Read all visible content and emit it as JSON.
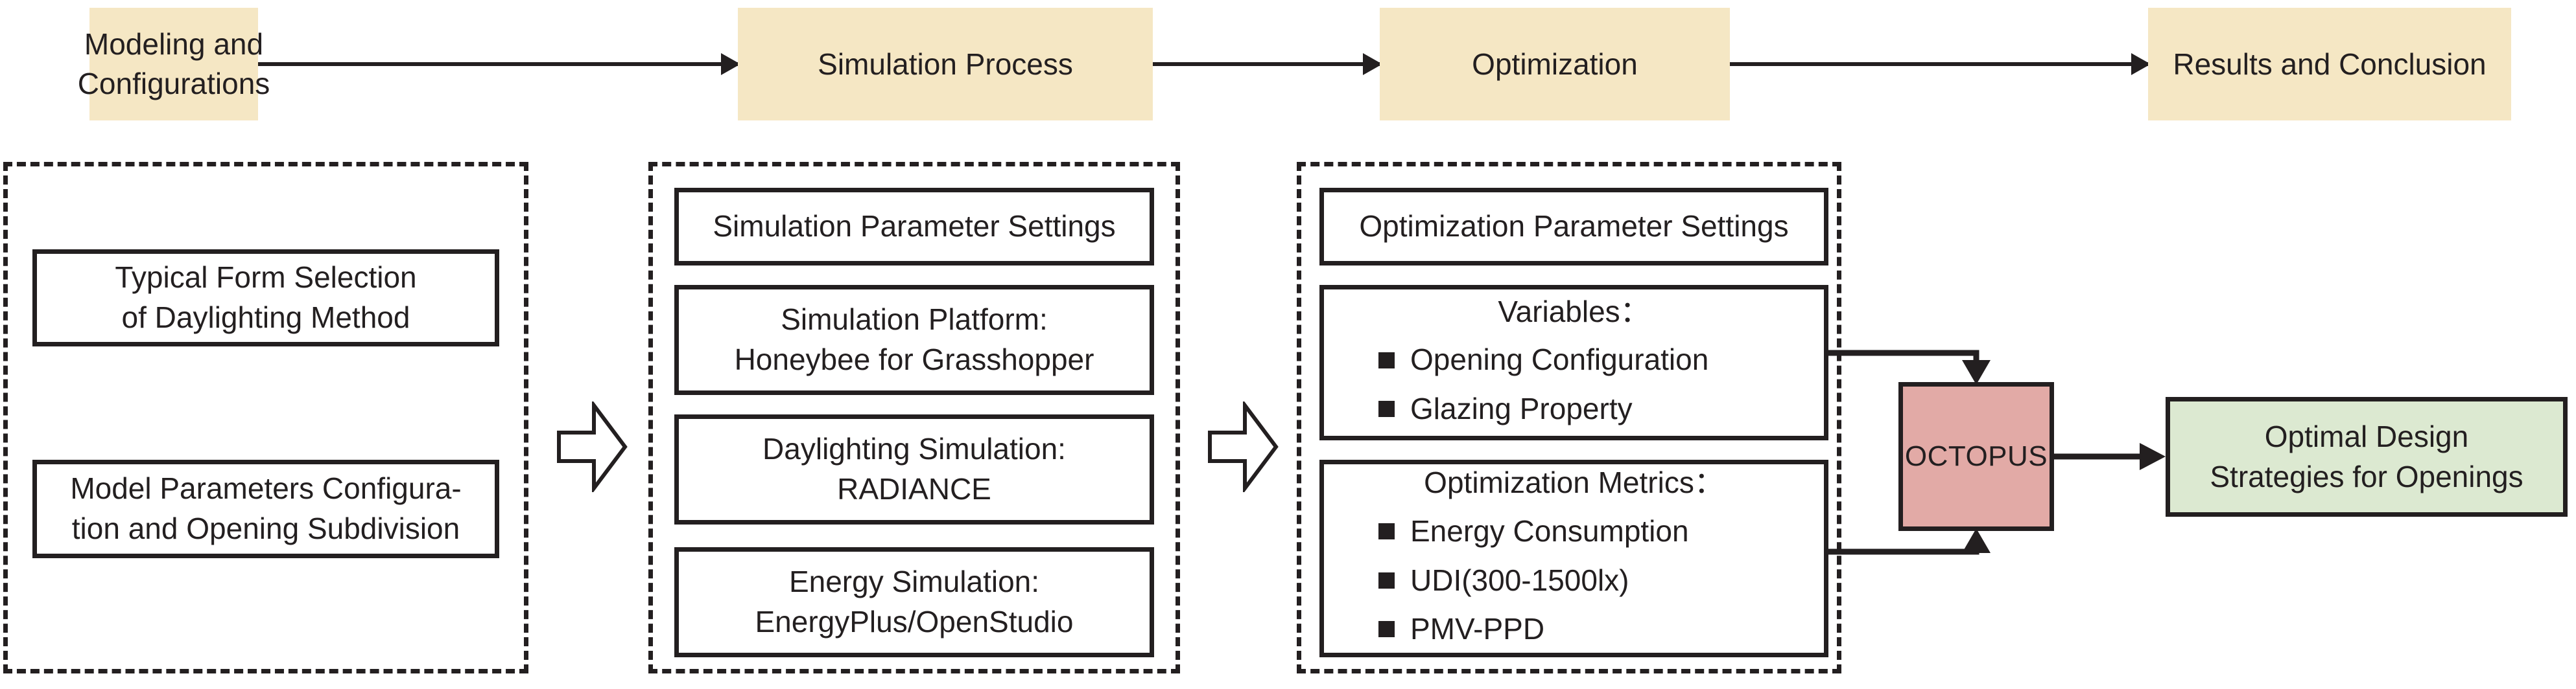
{
  "phases": [
    {
      "id": "modeling",
      "lines": [
        "Modeling and",
        "Configurations"
      ]
    },
    {
      "id": "simulation",
      "lines": [
        "Simulation Process"
      ]
    },
    {
      "id": "optimization",
      "lines": [
        "Optimization"
      ]
    },
    {
      "id": "results",
      "lines": [
        "Results and",
        "Conclusion"
      ]
    }
  ],
  "columns": {
    "modeling": {
      "cards": [
        {
          "id": "typical-form",
          "lines": [
            "Typical Form Selection",
            "of Daylighting Method"
          ]
        },
        {
          "id": "model-params",
          "lines": [
            "Model Parameters Configura-",
            "tion and Opening Subdivision"
          ]
        }
      ]
    },
    "simulation": {
      "cards": [
        {
          "id": "sim-param-settings",
          "lines": [
            "Simulation Parameter Settings"
          ]
        },
        {
          "id": "sim-platform",
          "lines": [
            "Simulation Platform:",
            "Honeybee for Grasshopper"
          ]
        },
        {
          "id": "daylighting-sim",
          "lines": [
            "Daylighting Simulation:",
            "RADIANCE"
          ]
        },
        {
          "id": "energy-sim",
          "lines": [
            "Energy Simulation:",
            "EnergyPlus/OpenStudio"
          ]
        }
      ]
    },
    "optimization": {
      "cards": [
        {
          "id": "opt-param-settings",
          "lines": [
            "Optimization Parameter Settings"
          ]
        }
      ],
      "variables": {
        "id": "variables",
        "header": "Variables：",
        "items": [
          "Opening Configuration",
          "Glazing Property"
        ]
      },
      "metrics": {
        "id": "optimization-metrics",
        "header": "Optimization Metrics：",
        "items": [
          "Energy Consumption",
          "UDI(300-1500lx)",
          "PMV-PPD"
        ]
      }
    }
  },
  "engine": {
    "label": "OCTOPUS"
  },
  "result": {
    "lines": [
      "Optimal Design",
      "Strategies for Openings"
    ]
  },
  "colors": {
    "phase_fill": "#f5e7c4",
    "engine_fill": "#e2aaa6",
    "result_fill": "#dce9d1",
    "stroke": "#231f20"
  }
}
